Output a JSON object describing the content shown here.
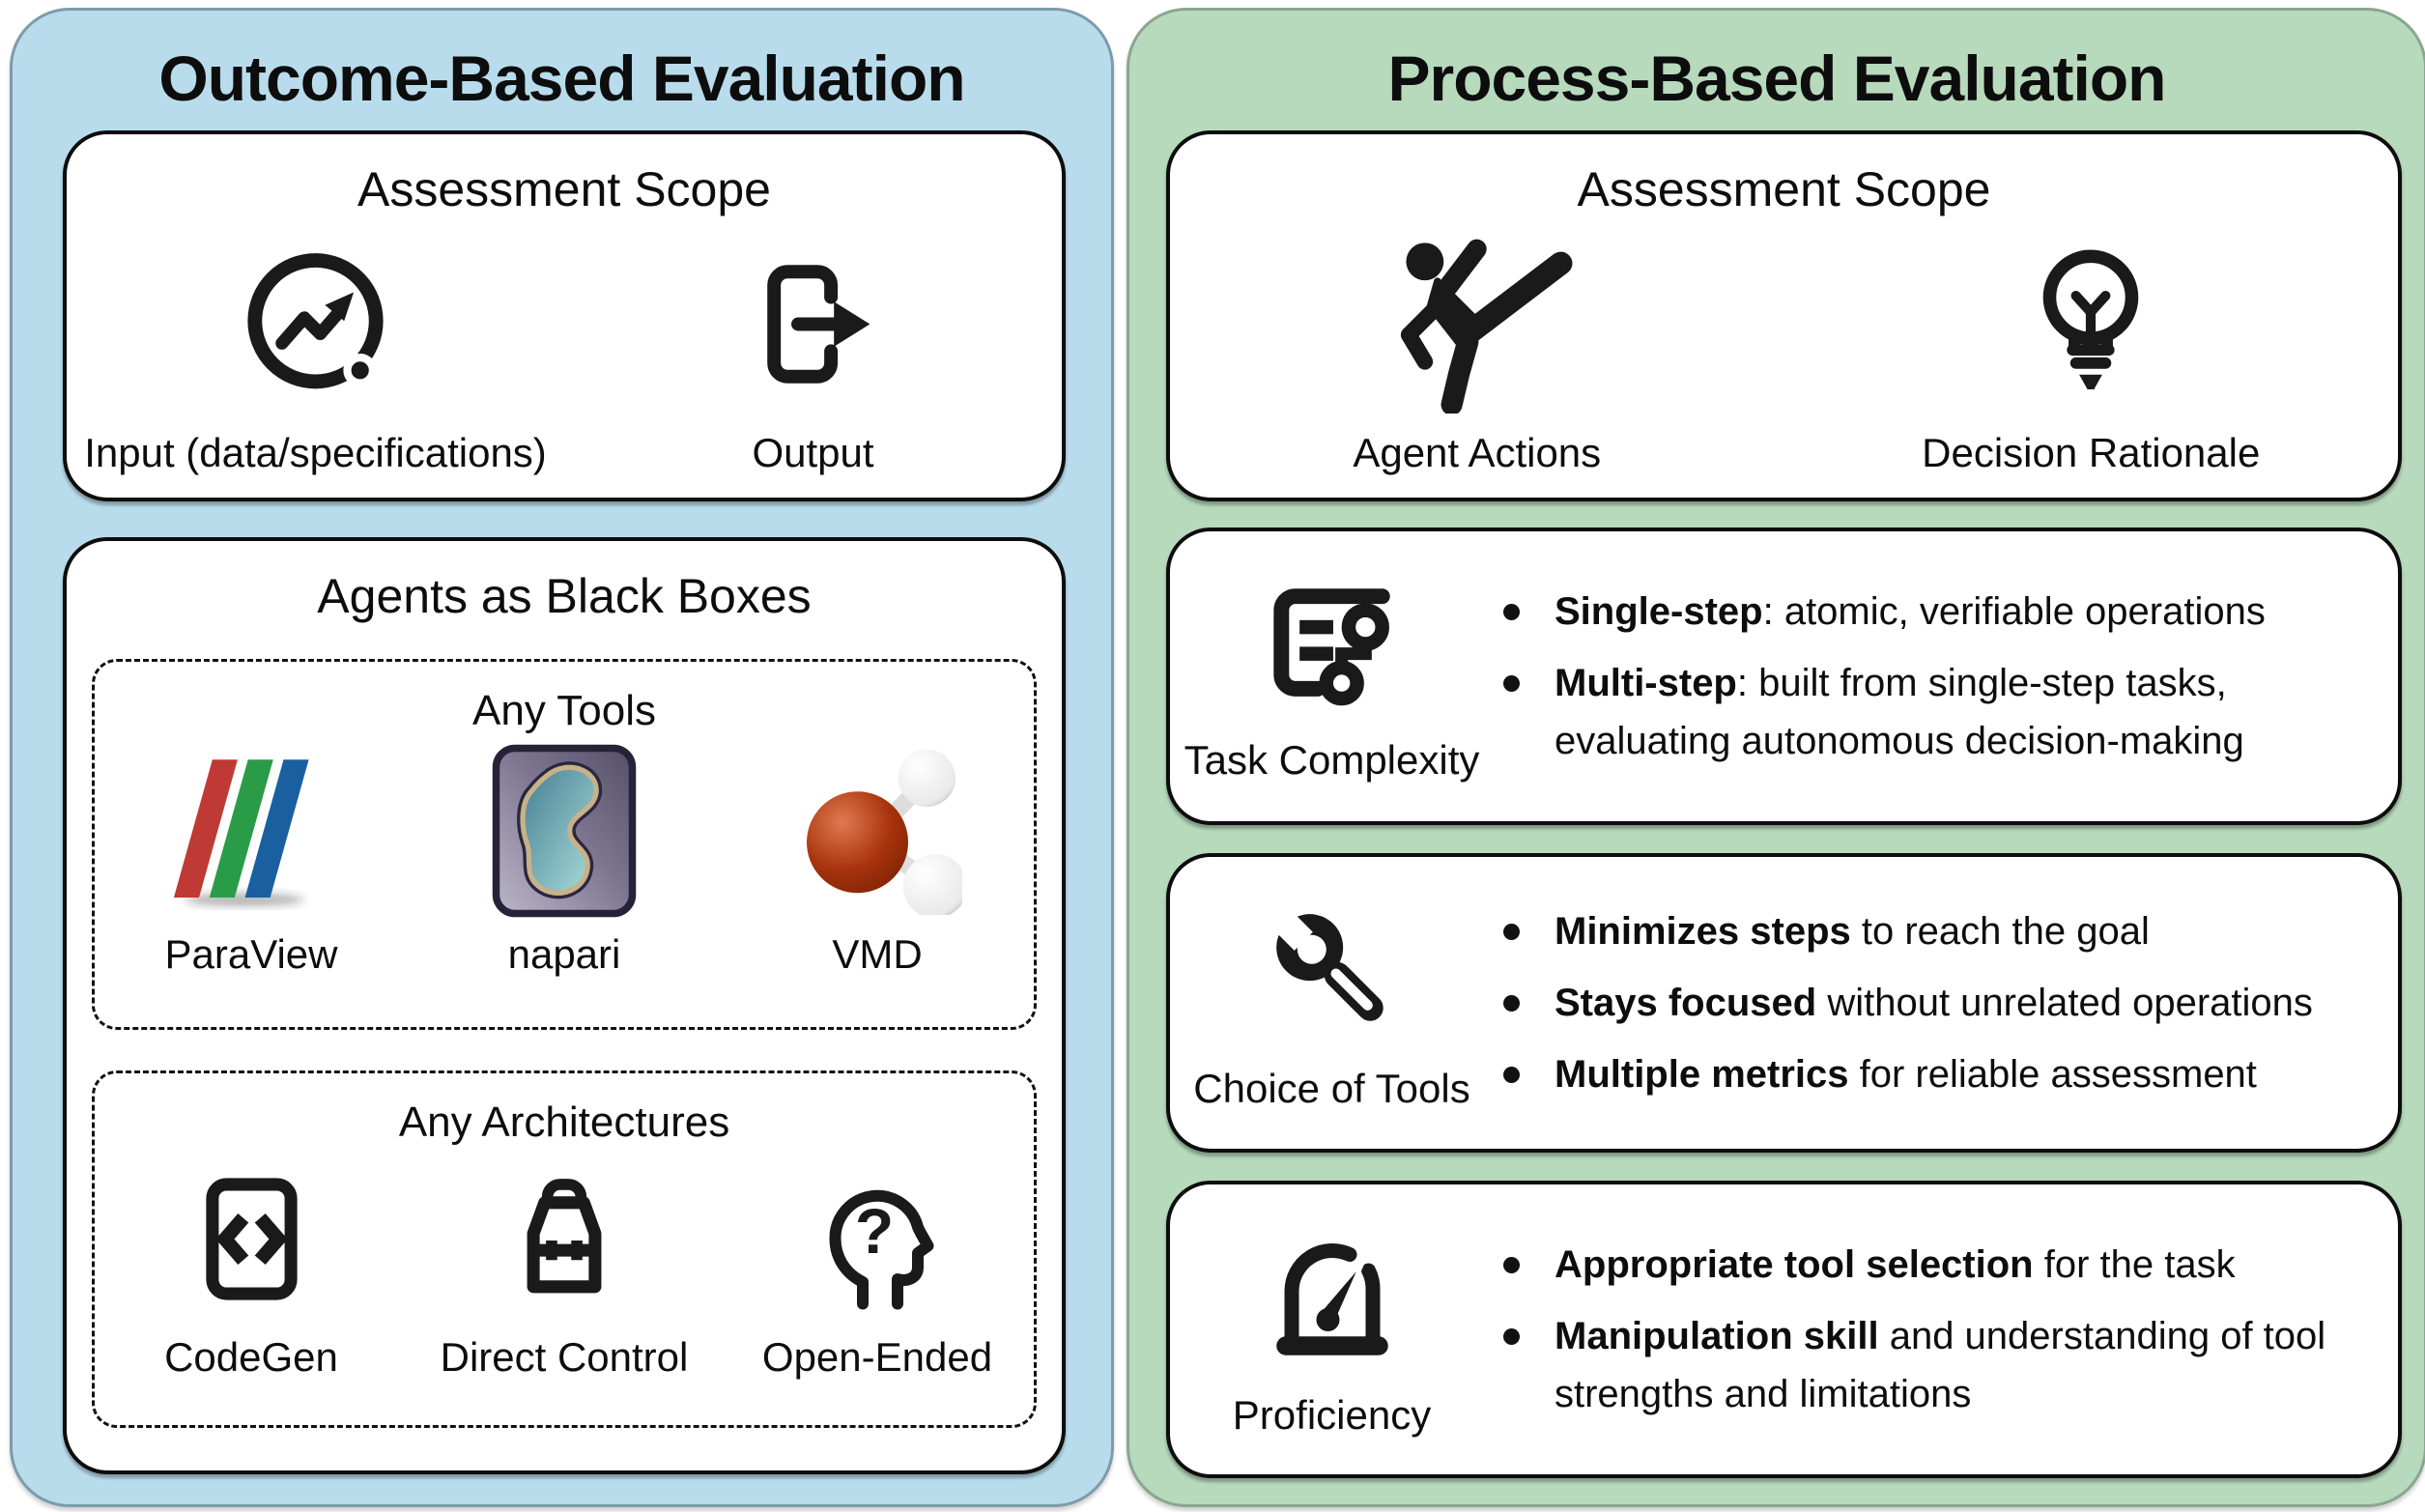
{
  "colors": {
    "left_panel_bg": "#b9dcec",
    "left_panel_border": "#7d9cab",
    "right_panel_bg": "#b7d9bc",
    "right_panel_border": "#8aa690",
    "box_border": "#0d0d0d",
    "icon_color": "#1a1a1a",
    "paraview_red": "#bf3a34",
    "paraview_green": "#2a9c47",
    "paraview_blue": "#1a5fa0",
    "napari_bg": "#7d7590",
    "napari_blob": "#7fc4c6",
    "napari_blob_outline": "#c7b289",
    "vmd_oxygen_red": "#a8330c"
  },
  "glyphs": {
    "question_mark": "?"
  },
  "left_panel": {
    "title": "Outcome-Based Evaluation",
    "assessment_scope": {
      "heading": "Assessment Scope",
      "items": [
        {
          "label": "Input (data/specifications)",
          "icon": "trend-chart-icon"
        },
        {
          "label": "Output",
          "icon": "output-arrow-icon"
        }
      ]
    },
    "agents_box": {
      "heading": "Agents as Black Boxes",
      "groups": [
        {
          "heading": "Any Tools",
          "items": [
            {
              "label": "ParaView",
              "icon": "paraview-logo"
            },
            {
              "label": "napari",
              "icon": "napari-logo"
            },
            {
              "label": "VMD",
              "icon": "vmd-molecule-icon"
            }
          ]
        },
        {
          "heading": "Any Architectures",
          "items": [
            {
              "label": "CodeGen",
              "icon": "code-brackets-icon"
            },
            {
              "label": "Direct Control",
              "icon": "toolbox-icon"
            },
            {
              "label": "Open-Ended",
              "icon": "head-question-icon"
            }
          ]
        }
      ]
    }
  },
  "right_panel": {
    "title": "Process-Based Evaluation",
    "assessment_scope": {
      "heading": "Assessment Scope",
      "items": [
        {
          "label": "Agent Actions",
          "icon": "kicking-figure-icon"
        },
        {
          "label": "Decision Rationale",
          "icon": "lightbulb-icon"
        }
      ]
    },
    "criteria": [
      {
        "label": "Task Complexity",
        "icon": "workflow-icon",
        "bullets": [
          {
            "bold": "Single-step",
            "rest": ": atomic, verifiable operations"
          },
          {
            "bold": "Multi-step",
            "rest": ": built from single-step tasks, evaluating autonomous decision-making"
          }
        ]
      },
      {
        "label": "Choice of Tools",
        "icon": "wrench-icon",
        "bullets": [
          {
            "bold": "Minimizes steps",
            "rest": " to reach the goal"
          },
          {
            "bold": "Stays focused",
            "rest": " without unrelated operations"
          },
          {
            "bold": "Multiple metrics",
            "rest": " for reliable assessment"
          }
        ]
      },
      {
        "label": "Proficiency",
        "icon": "gauge-icon",
        "bullets": [
          {
            "bold": "Appropriate tool selection",
            "rest": " for the task"
          },
          {
            "bold": "Manipulation skill",
            "rest": " and understanding of tool strengths and limitations"
          }
        ]
      }
    ]
  }
}
